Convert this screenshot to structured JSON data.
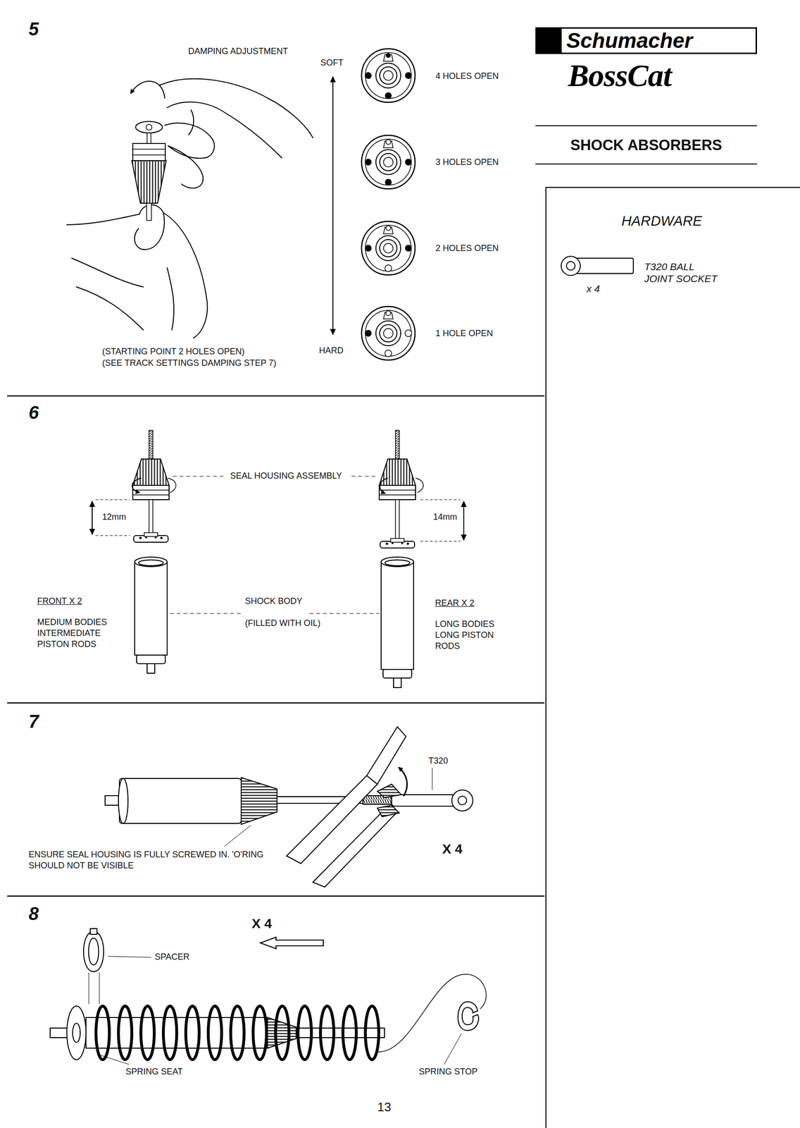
{
  "diagram": {
    "title": "SHOCK ABSORBERS",
    "nodes": [
      {
        "text": [
          "HARDWARE",
          "T320 BALL JOINT SOCKET",
          "x 4"
        ]
      }
    ],
    "labels": [
      "5",
      "DAMPING ADJUSTMENT",
      "SOFT",
      "4 HOLES OPEN",
      "3 HOLES OPEN",
      "2 HOLES OPEN",
      "1 HOLE OPEN",
      "HARD",
      "(STARTING POINT 2 HOLES OPEN)",
      "(SEE TRACK SETTINGS DAMPING STEP 7)",
      "6",
      "SEAL HOUSING ASSEMBLY",
      "12mm",
      "14mm",
      "FRONT X 2",
      "MEDIUM BODIES INTERMEDIATE PISTON RODS",
      "SHOCK BODY",
      "(FILLED WITH OIL)",
      "REAR X 2",
      "LONG BODIES LONG PISTON RODS",
      "7",
      "T320",
      "ENSURE SEAL HOUSING IS FULLY SCREWED IN. 'O'RING SHOULD NOT BE VISIBLE",
      "X 4",
      "8",
      "X 4",
      "SPACER",
      "SPRING SEAT",
      "SPRING STOP",
      "13",
      "Schumacher",
      "BossCat"
    ]
  }
}
